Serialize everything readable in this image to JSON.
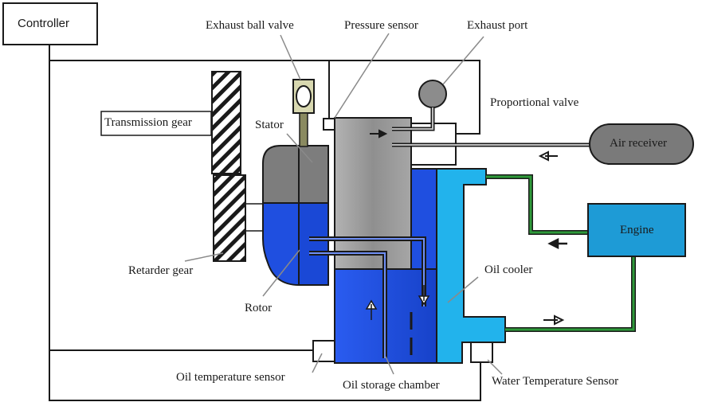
{
  "labels": {
    "controller": "Controller",
    "exhaust_ball_valve": "Exhaust ball valve",
    "pressure_sensor": "Pressure sensor",
    "exhaust_port": "Exhaust port",
    "proportional_valve": "Proportional valve",
    "transmission_gear": "Transmission gear",
    "stator": "Stator",
    "air_receiver": "Air receiver",
    "engine": "Engine",
    "retarder_gear": "Retarder gear",
    "rotor": "Rotor",
    "oil_cooler": "Oil cooler",
    "oil_temperature_sensor": "Oil temperature sensor",
    "oil_storage_chamber": "Oil storage chamber",
    "water_temperature_sensor": "Water Temperature Sensor"
  },
  "colors": {
    "oil_blue": "#1f4fe0",
    "oil_dark": "#102a9c",
    "cooler_cyan": "#22b3ec",
    "engine_blue": "#1e9bd6",
    "coolant_green": "#2e7d32",
    "gray_body": "#8c8c8c",
    "gray_dark": "#666666"
  }
}
